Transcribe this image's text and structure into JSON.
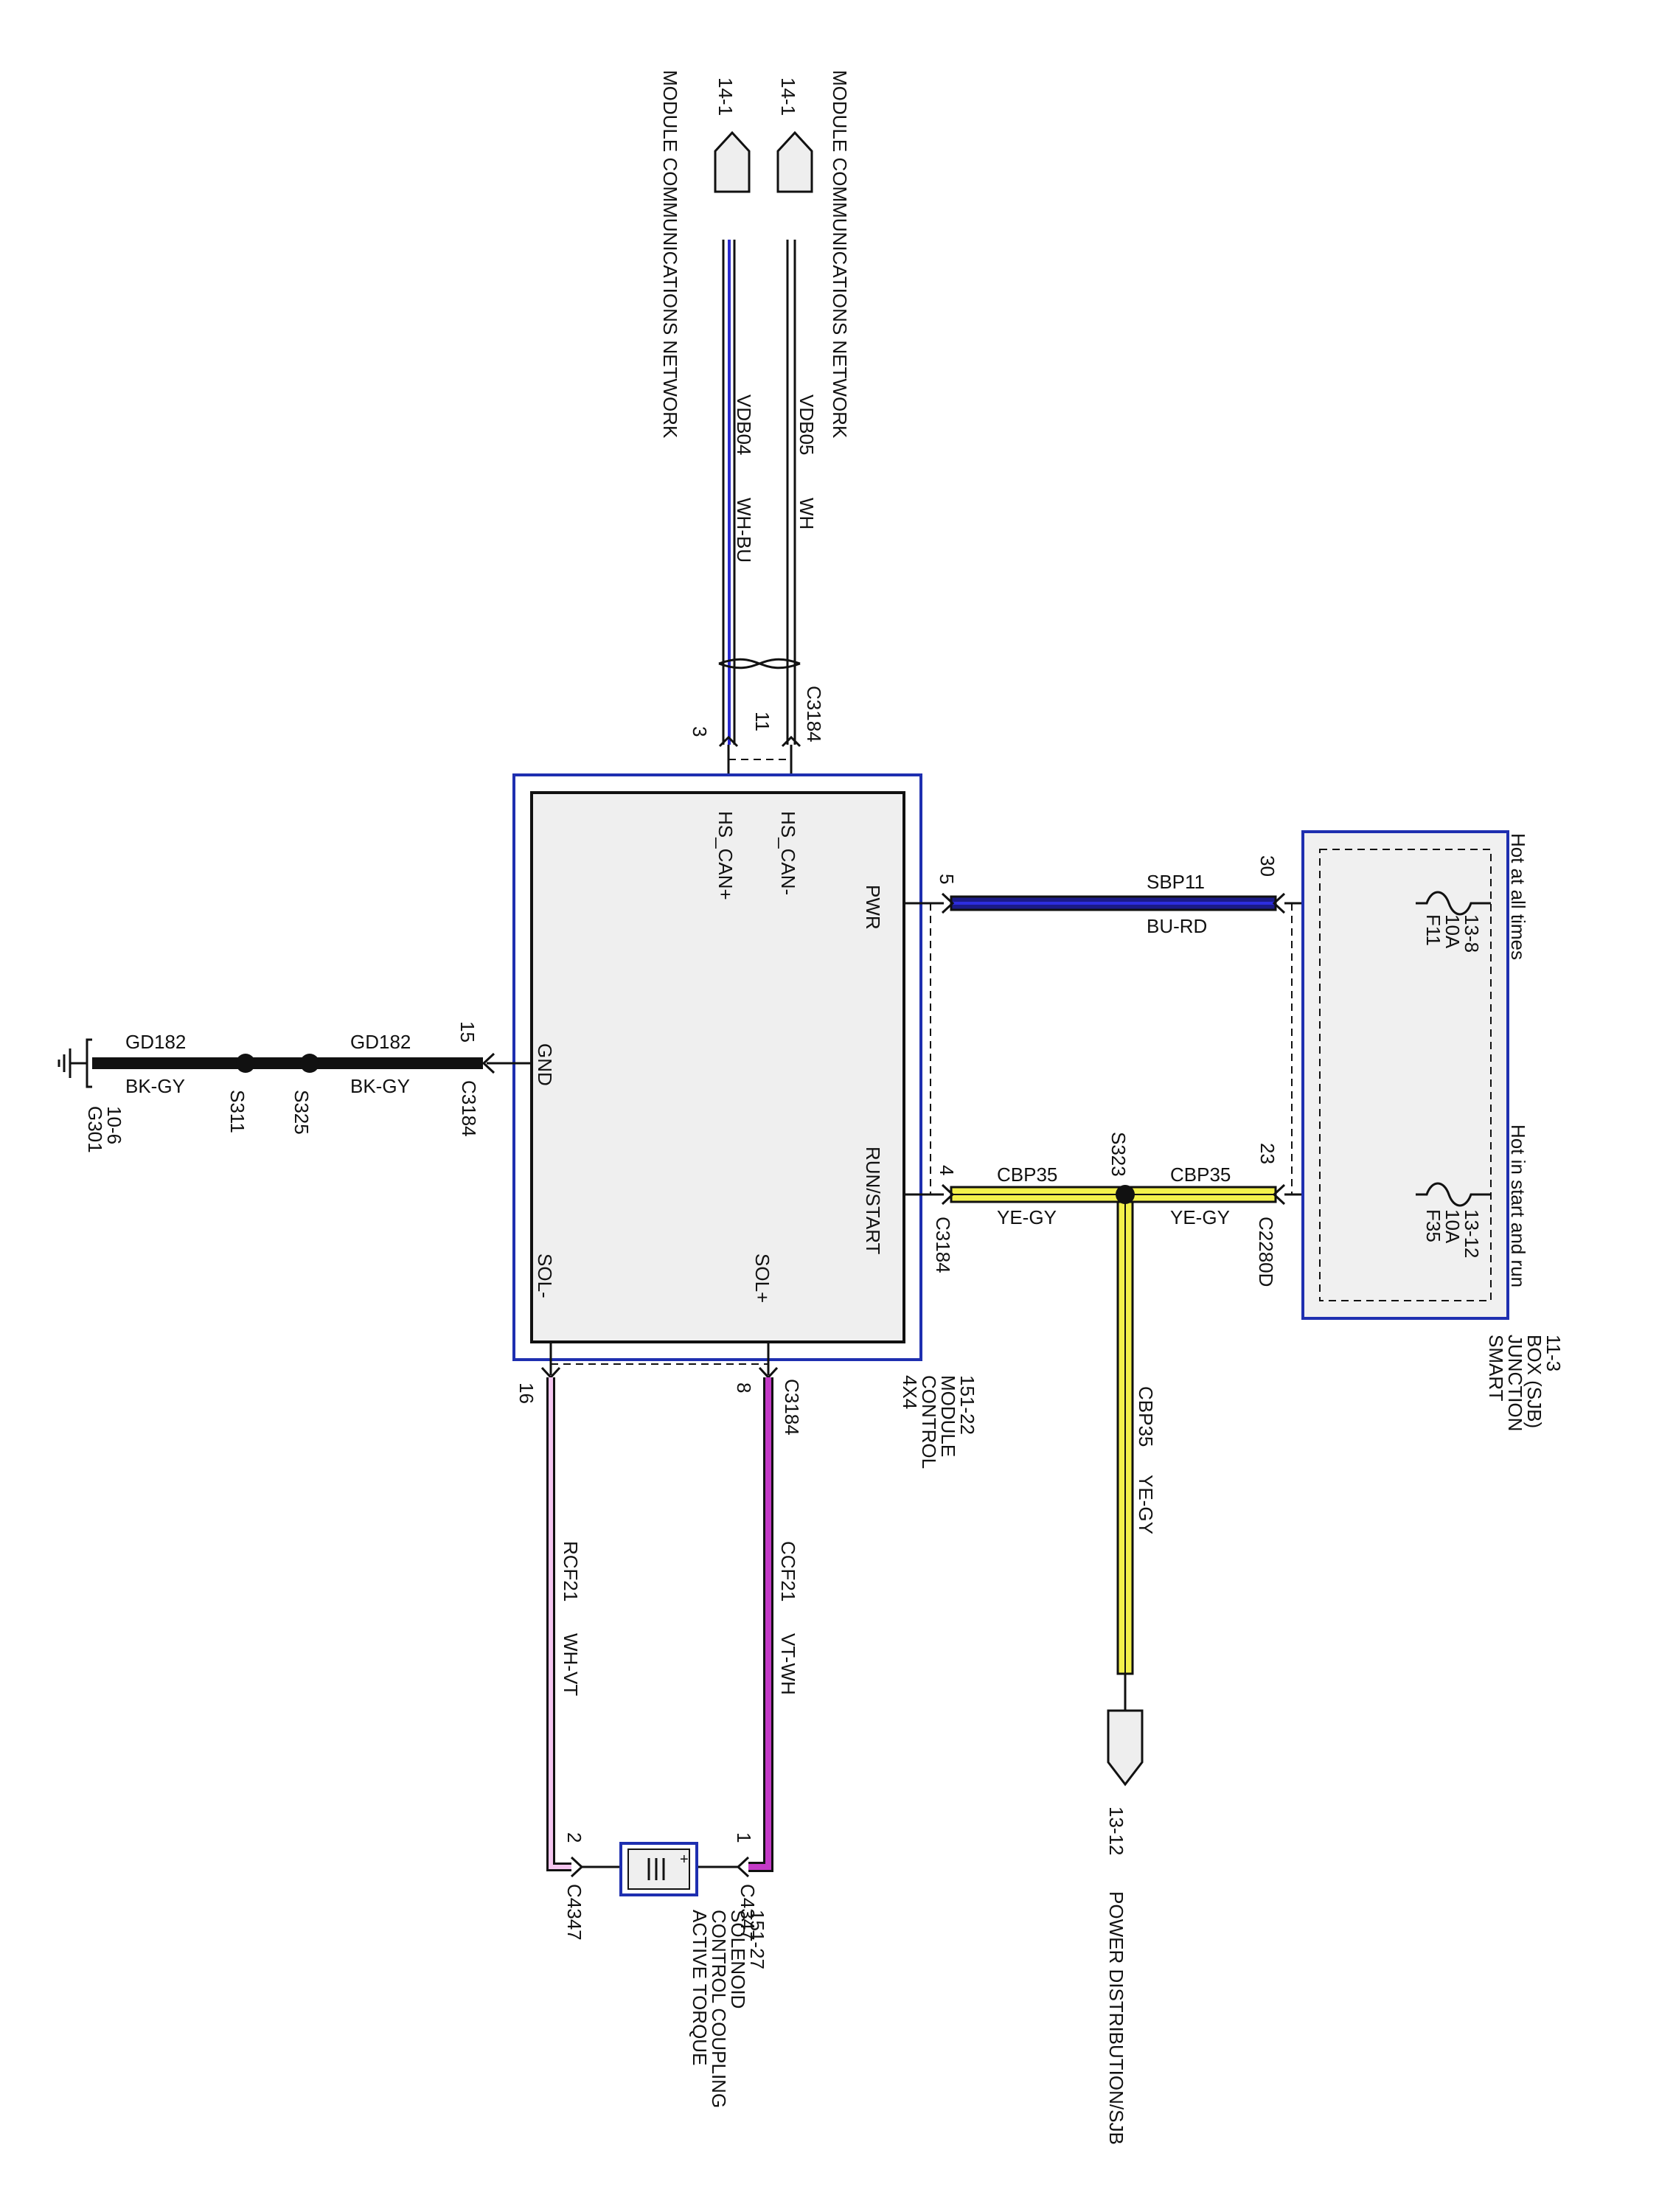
{
  "comm_network": {
    "label_outer": "MODULE COMMUNICATIONS NETWORK",
    "label_inner": "MODULE COMMUNICATIONS NETWORK",
    "ref_outer": "14-1",
    "ref_inner": "14-1",
    "wire_outer_circuit": "VDB05",
    "wire_outer_color": "WH",
    "wire_inner_circuit": "VDB04",
    "wire_inner_color": "WH-BU",
    "connector": "C3184",
    "pin_outer": "11",
    "pin_inner": "3"
  },
  "module": {
    "name": "4X4\nCONTROL\nMODULE\n151-22",
    "pin_hs_can_minus": "HS_CAN-",
    "pin_hs_can_plus": "HS_CAN+",
    "pin_pwr": "PWR",
    "pin_gnd": "GND",
    "pin_run_start": "RUN/START",
    "pin_sol_plus": "SOL+",
    "pin_sol_minus": "SOL-"
  },
  "power": {
    "pwr_pin": "5",
    "pwr_circuit": "SBP11",
    "pwr_color": "BU-RD",
    "sjb_pin_30": "30",
    "run_pin": "4",
    "run_connector": "C3184",
    "run_circuit_a": "CBP35",
    "run_color_a": "YE-GY",
    "splice": "S323",
    "run_circuit_b": "CBP35",
    "run_color_b": "YE-GY",
    "sjb_pin_23": "23",
    "sjb_connector": "C2280D",
    "feed_circuit": "CBP35",
    "feed_color": "YE-GY",
    "feed_ref": "13-12",
    "feed_label": "POWER DISTRIBUTION/SJB"
  },
  "sjb": {
    "name": "SMART\nJUNCTION\nBOX (SJB)\n11-3",
    "hot_always": "Hot at all times",
    "hot_run": "Hot in start and run",
    "fuse1": "F11\n10A\n13-8",
    "fuse2": "F35\n10A\n13-12"
  },
  "ground": {
    "pin": "15",
    "connector": "C3184",
    "circuit_a": "GD182",
    "color_a": "BK-GY",
    "splice_a": "S325",
    "splice_b": "S311",
    "circuit_b": "GD182",
    "color_b": "BK-GY",
    "ground_name": "G301\n10-6"
  },
  "solenoid": {
    "sol_plus_pin": "8",
    "sol_connector": "C3184",
    "sol_minus_pin": "16",
    "plus_circuit": "CCF21",
    "plus_color": "VT-WH",
    "minus_circuit": "RCF21",
    "minus_color": "WH-VT",
    "pin1": "1",
    "pin2": "2",
    "connector_a": "C4347",
    "connector_b": "C4347",
    "name": "ACTIVE TORQUE\nCONTROL COUPLING\nSOLENOID\n151-27"
  }
}
